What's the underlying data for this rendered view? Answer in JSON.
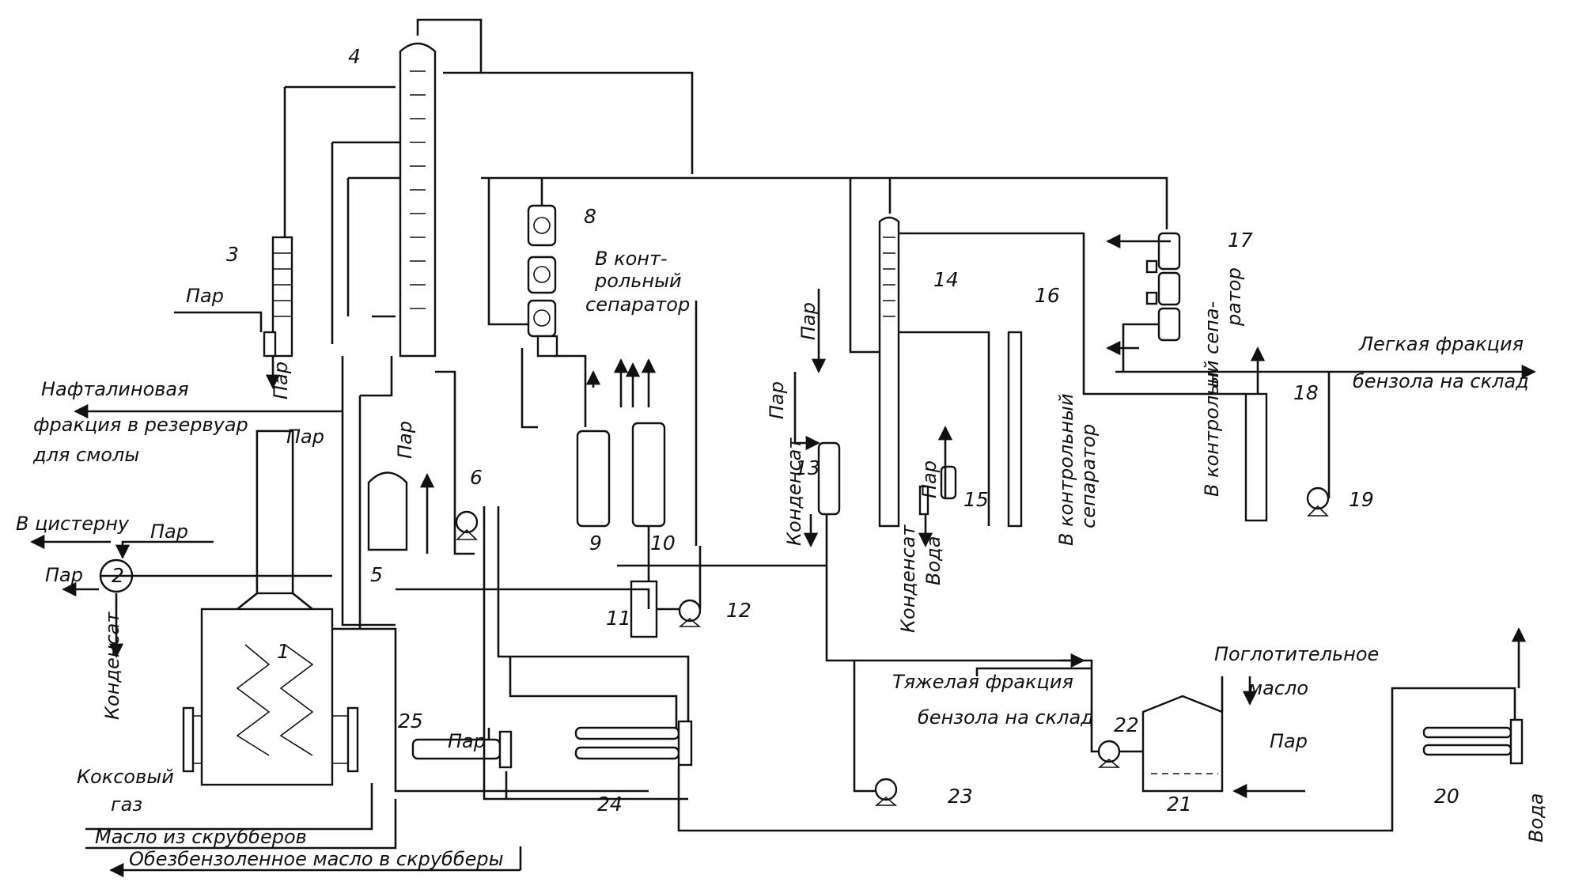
{
  "numbers": {
    "n1": "1",
    "n2": "2",
    "n3": "3",
    "n4": "4",
    "n5": "5",
    "n6": "6",
    "n8": "8",
    "n9": "9",
    "n10": "10",
    "n11": "11",
    "n12": "12",
    "n13": "13",
    "n14": "14",
    "n15": "15",
    "n16": "16",
    "n17": "17",
    "n18": "18",
    "n19": "19",
    "n20": "20",
    "n21": "21",
    "n22": "22",
    "n23": "23",
    "n24": "24",
    "n25": "25"
  },
  "labels": {
    "par": "Пар",
    "naph_1": "Нафталиновая",
    "naph_2": "фракция в резервуар",
    "naph_3": "для смолы",
    "cistern": "В цистерну",
    "condensate": "Конденсат",
    "ctrl_sep_1": "В конт-",
    "ctrl_sep_2": "рольный",
    "ctrl_sep_3": "сепаратор",
    "ctrl_sep_v_1": "В контрольный",
    "ctrl_sep_v_2": "сепаратор",
    "ctrl_sep_17_1": "В контрольн",
    "ctrl_sep_17_2": "ый сепа-",
    "ctrl_sep_17_3": "ратор",
    "voda": "Вода",
    "light_1": "Легкая фракция",
    "light_2": "бензола на склад",
    "heavy_1": "Тяжелая фракция",
    "heavy_2": "бензола на склад",
    "absorb_1": "Поглотительное",
    "absorb_2": "масло",
    "coke_1": "Коксовый",
    "coke_2": "газ",
    "oil_from": "Масло из скрубберов",
    "oil_to": "Обезбензоленное масло в скрубберы"
  }
}
